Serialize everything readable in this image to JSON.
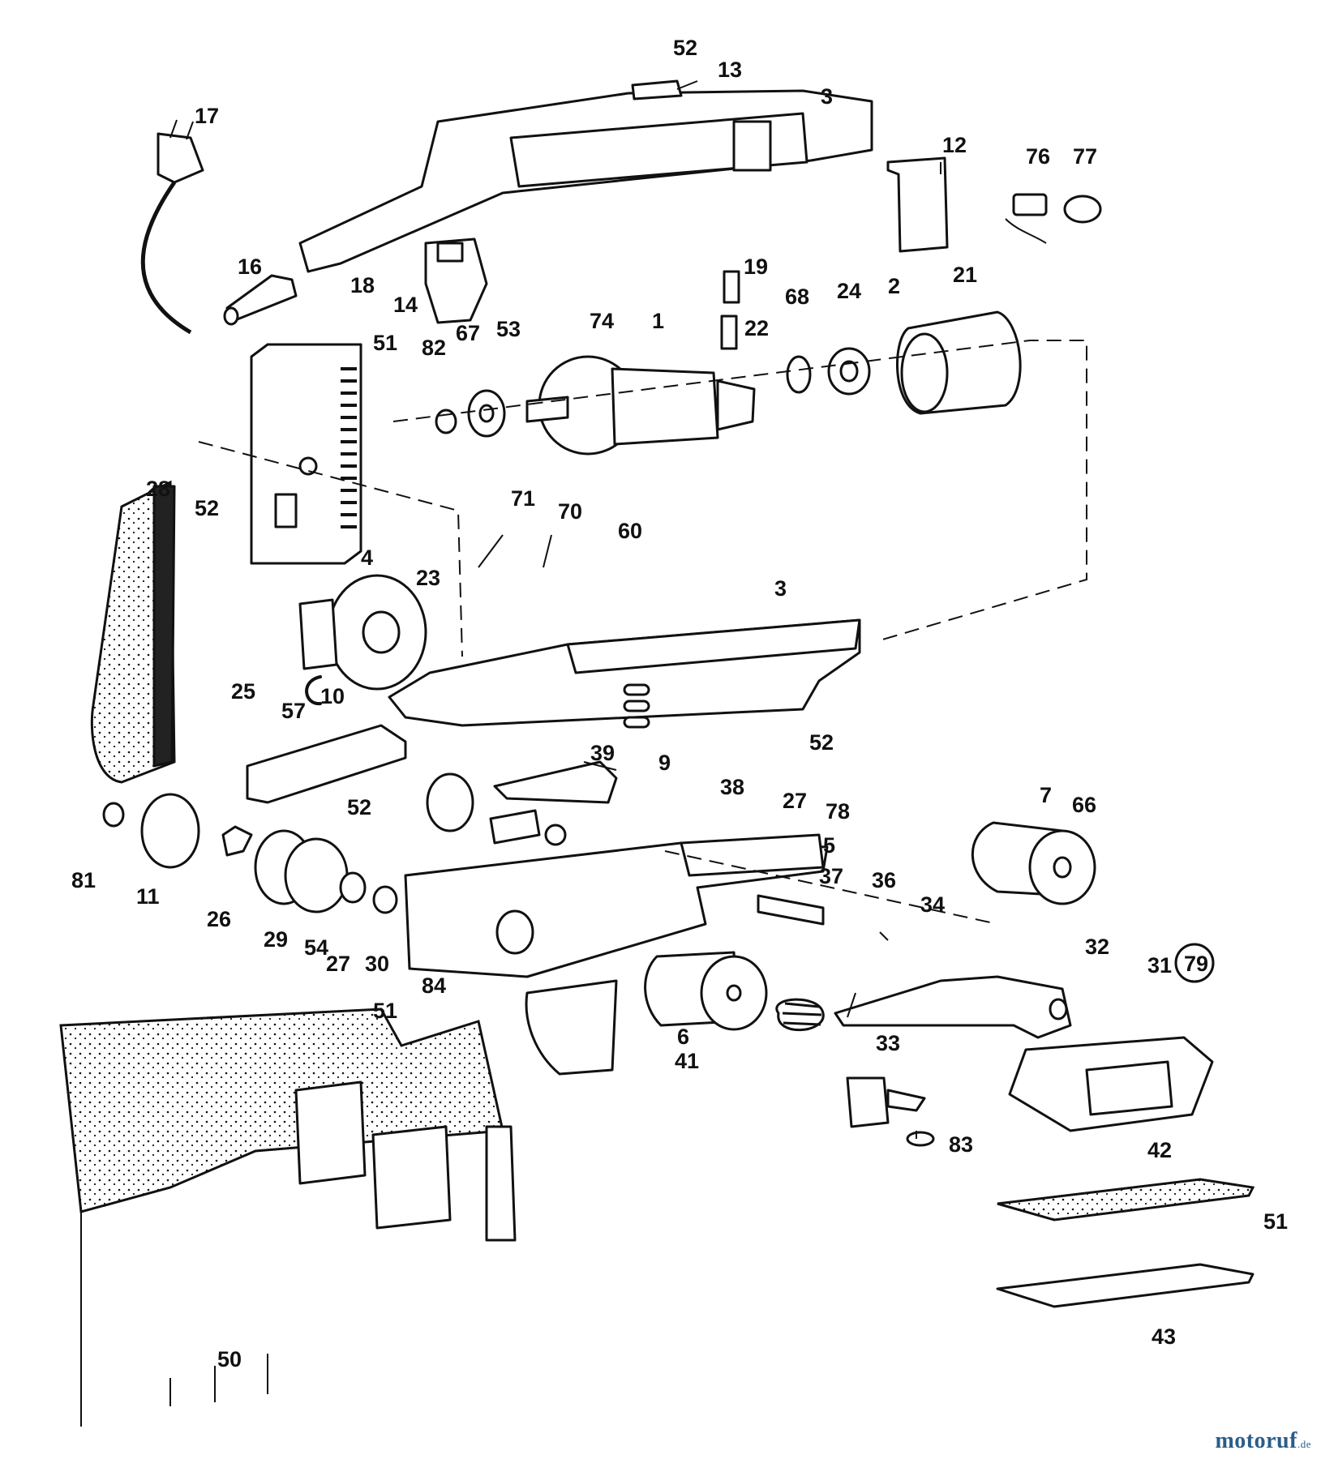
{
  "diagram": {
    "type": "exploded parts view",
    "part_labels": [
      "52",
      "13",
      "3",
      "17",
      "12",
      "76",
      "77",
      "16",
      "18",
      "14",
      "53",
      "51",
      "19",
      "22",
      "68",
      "24",
      "2",
      "21",
      "82",
      "67",
      "74",
      "1",
      "52",
      "60",
      "71",
      "70",
      "28",
      "4",
      "23",
      "3",
      "25",
      "57",
      "10",
      "52",
      "39",
      "9",
      "38",
      "27",
      "78",
      "52",
      "5",
      "81",
      "11",
      "26",
      "29",
      "54",
      "27",
      "30",
      "84",
      "37",
      "36",
      "34",
      "7",
      "66",
      "32",
      "31",
      "79",
      "6",
      "41",
      "51",
      "33",
      "83",
      "42",
      "51",
      "43",
      "50"
    ]
  },
  "watermark": {
    "name": "motoruf",
    "tld": ".de",
    "color": "#2a5d8a"
  }
}
